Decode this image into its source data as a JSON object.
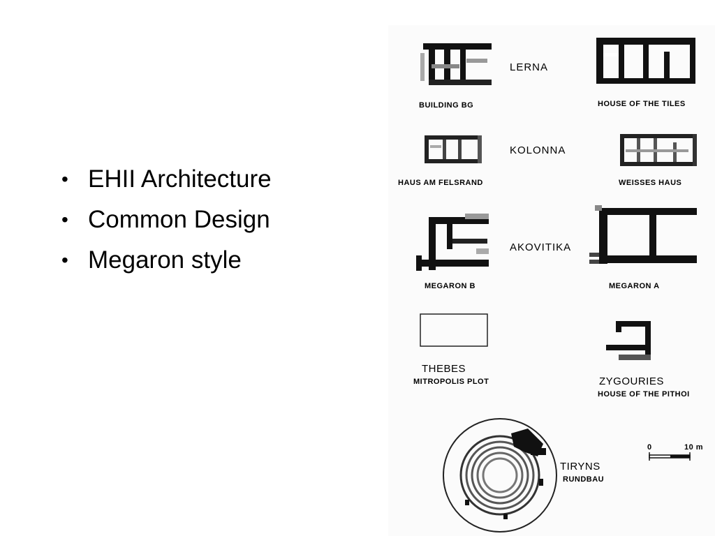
{
  "slide": {
    "bullets": [
      "EHII Architecture",
      "Common Design",
      "Megaron style"
    ]
  },
  "figure": {
    "sites": {
      "lerna": "LERNA",
      "kolonna": "KOLONNA",
      "akovitika": "AKOVITIKA",
      "thebes": "THEBES",
      "zygouries": "ZYGOURIES",
      "tiryns": "TIRYNS"
    },
    "plans": {
      "building_bg": "BUILDING BG",
      "house_of_tiles": "HOUSE OF THE TILES",
      "haus_am_felsrand": "HAUS AM FELSRAND",
      "weisses_haus": "WEISSES HAUS",
      "megaron_b": "MEGARON B",
      "megaron_a": "MEGARON A",
      "mitropolis_plot": "MITROPOLIS PLOT",
      "house_of_pithoi": "HOUSE OF THE PITHOI",
      "rundbau": "RUNDBAU"
    },
    "scale": {
      "zero": "0",
      "ten": "10 m"
    }
  }
}
